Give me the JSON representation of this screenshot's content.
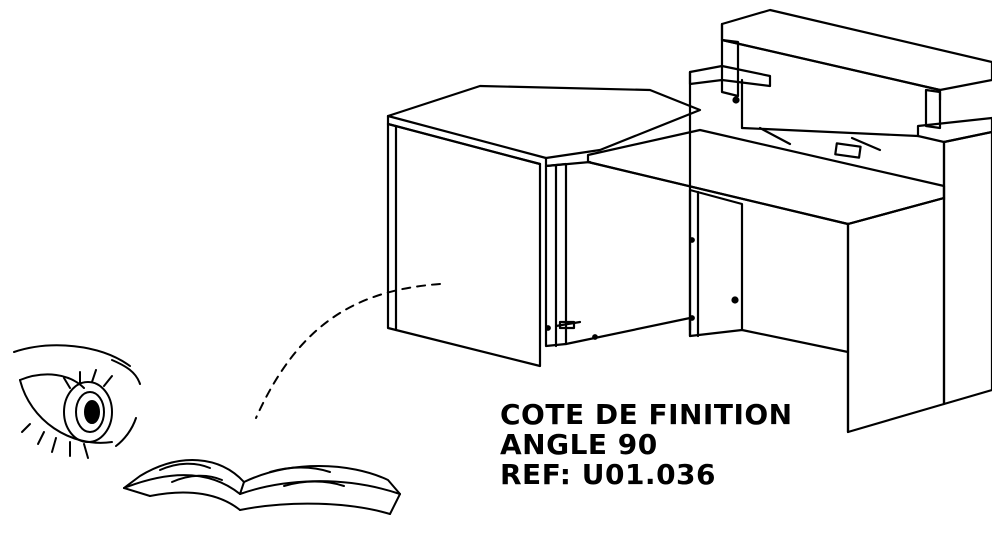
{
  "caption": {
    "line1": "COTE DE FINITION",
    "line2": "ANGLE 90",
    "line3": "REF: U01.036"
  },
  "icons": [
    "eye-icon",
    "open-book-icon"
  ],
  "colors": {
    "ink": "#000000",
    "paper": "#ffffff"
  }
}
